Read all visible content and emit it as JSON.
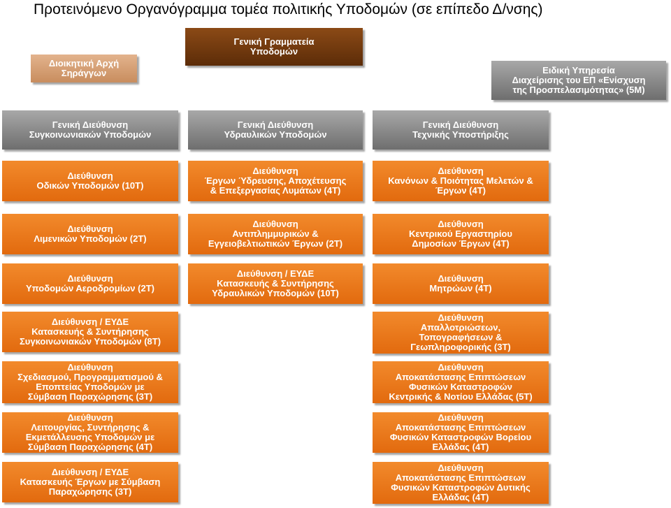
{
  "title": "Προτεινόμενο Οργανόγραμμα τομέα πολιτικής Υποδομών (σε επίπεδο Δ/νσης)",
  "top": {
    "general_secretariat": "Γενική Γραμματεία\nΥποδομών",
    "admin_authority": "Διοικητική Αρχή\nΣηράγγων",
    "special_service": "Ειδική Υπηρεσία\nΔιαχείρισης του ΕΠ «Ενίσχυση\nτης Προσπελασιμότητας» (5Μ)"
  },
  "general_directorates": [
    "Γενική Διεύθυνση\nΣυγκοινωνιακών Υποδομών",
    "Γενική Διεύθυνση\nΥδραυλικών Υποδομών",
    "Γενική Διεύθυνση\nΤεχνικής Υποστήριξης"
  ],
  "column1": [
    "Διεύθυνση\nΟδικών Υποδομών (10Τ)",
    "Διεύθυνση\nΛιμενικών Υποδομών (2Τ)",
    "Διεύθυνση\nΥποδομών Αεροδρομίων (2Τ)",
    "Διεύθυνση / ΕΥΔΕ\nΚατασκευής & Συντήρησης\nΣυγκοινωνιακών Υποδομών (8Τ)",
    "Διεύθυνση\nΣχεδιασμού, Προγραμματισμού &\nΕποπτείας Υποδομών με\nΣύμβαση Παραχώρησης (3Τ)",
    "Διεύθυνση\nΛειτουργίας, Συντήρησης &\nΕκμετάλλευσης Υποδομών με\nΣύμβαση Παραχώρησης (4Τ)",
    "Διεύθυνση / ΕΥΔΕ\nΚατασκευής Έργων με Σύμβαση\nΠαραχώρησης (3Τ)"
  ],
  "column2": [
    "Διεύθυνση\nΈργων Ύδρευσης, Αποχέτευσης\n& Επεξεργασίας Λυμάτων (4Τ)",
    "Διεύθυνση\nΑντιπλημμυρικών &\nΕγγειοβελτιωτικών Έργων  (2Τ)",
    "Διεύθυνση / ΕΥΔΕ\nΚατασκευής & Συντήρησης\nΥδραυλικών Υποδομών (10Τ)"
  ],
  "column3": [
    "Διεύθυνση\nΚανόνων & Ποιότητας Μελετών &\nΈργων (4Τ)",
    "Διεύθυνση\nΚεντρικού Εργαστηρίου\nΔημοσίων Έργων (4Τ)",
    "Διεύθυνση\nΜητρώων (4Τ)",
    "Διεύθυνση\nΑπαλλοτριώσεων,\nΤοπογραφήσεων &\nΓεωπληροφορικής (3Τ)",
    "Διεύθυνση\nΑποκατάστασης Επιπτώσεων\nΦυσικών Καταστροφών\nΚεντρικής & Νοτίου Ελλάδας (5Τ)",
    "Διεύθυνση\nΑποκατάστασης Επιπτώσεων\nΦυσικών Καταστροφών Βορείου\nΕλλάδας (4Τ)",
    "Διεύθυνση\nΑποκατάστασης Επιπτώσεων\nΦυσικών Καταστροφών Δυτικής\nΕλλάδας (4Τ)"
  ],
  "colors": {
    "brown": "#6e3810",
    "tan": "#d7a47a",
    "grey": "#8a8a8a",
    "orange": "#ea7a1c"
  }
}
